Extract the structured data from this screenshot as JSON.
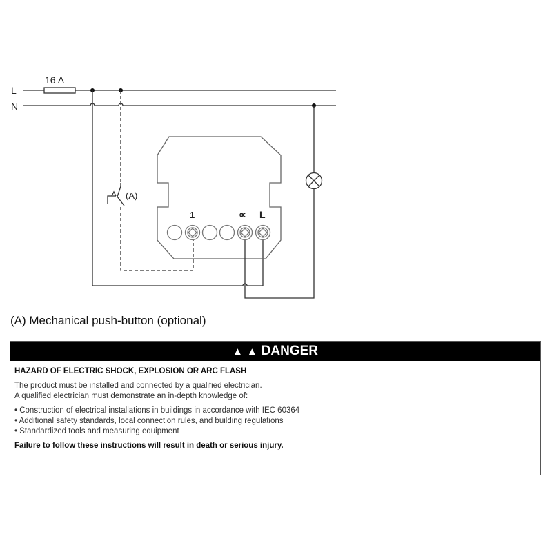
{
  "diagram": {
    "line_label": "L",
    "neutral_label": "N",
    "fuse_label": "16 A",
    "switch_label": "(A)",
    "terminal_1": "1",
    "terminal_dimmer": "∝",
    "terminal_L": "L"
  },
  "caption": "(A) Mechanical push-button (optional)",
  "danger": {
    "title": "DANGER",
    "heading": "HAZARD OF ELECTRIC SHOCK, EXPLOSION OR ARC FLASH",
    "intro": [
      "The product must be installed and connected by a qualified electrician.",
      "A qualified electrician must demonstrate an in-depth knowledge of:"
    ],
    "bullets": [
      "Construction of electrical installations in buildings in accordance with IEC 60364",
      "Additional safety standards, local connection rules, and building regulations",
      "Standardized tools and measuring equipment"
    ],
    "footer": "Failure to follow these instructions will result in death or serious injury."
  }
}
